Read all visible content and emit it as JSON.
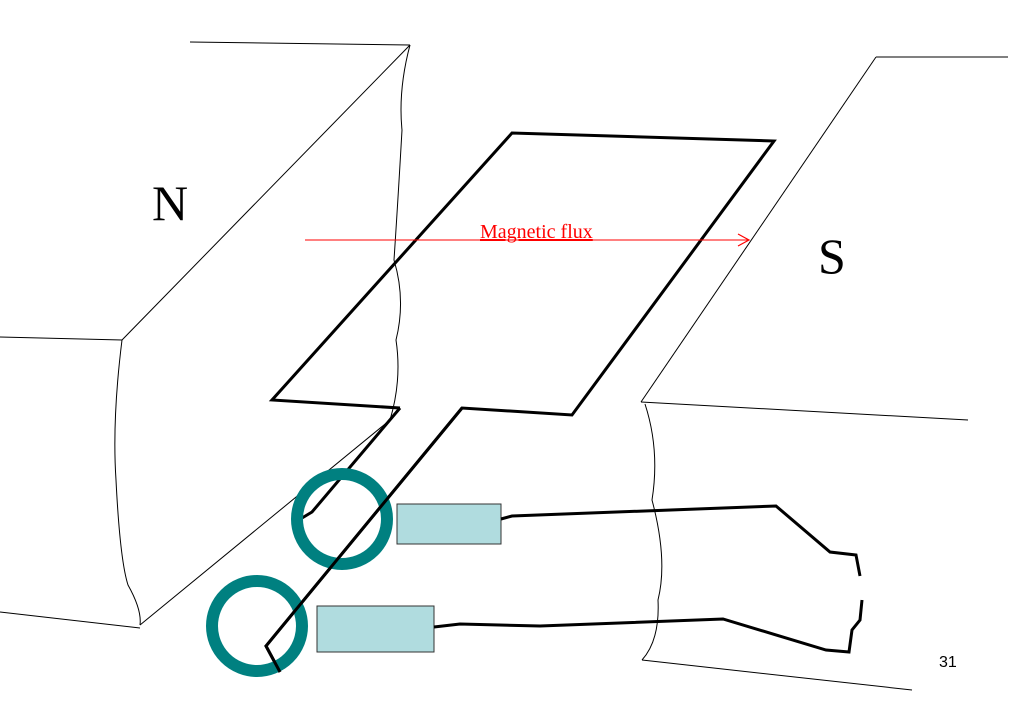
{
  "labels": {
    "north_pole": "N",
    "south_pole": "S",
    "flux": "Magnetic flux"
  },
  "page_number": "31",
  "colors": {
    "flux": "#ff0000",
    "slip_ring": "#008080",
    "brush": "#b0dcdf",
    "line": "#000000"
  }
}
